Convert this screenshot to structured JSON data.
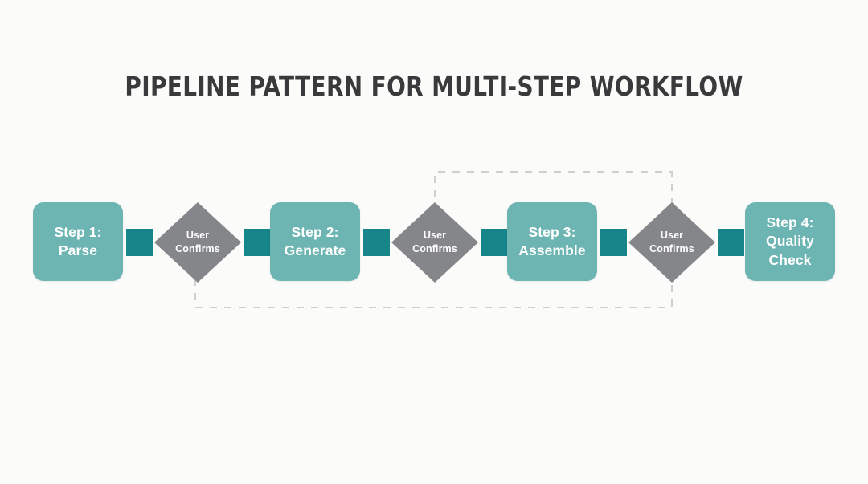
{
  "title": "PIPELINE PATTERN FOR MULTI-STEP WORKFLOW",
  "colors": {
    "background": "#FBFBFA",
    "step_fill": "#6DB5B2",
    "decision_fill": "#85868A",
    "arrow": "#16868A",
    "title_text": "#3A3A3C",
    "node_text": "#FFFFFF",
    "dashed_loop": "#CFCFCF"
  },
  "flow": {
    "nodes": [
      {
        "id": "step-1",
        "type": "process",
        "label": "Step 1:\nParse",
        "icon": "rounded-rectangle"
      },
      {
        "id": "confirm-1",
        "type": "decision",
        "label": "User\nConfirms",
        "icon": "diamond"
      },
      {
        "id": "step-2",
        "type": "process",
        "label": "Step 2:\nGenerate",
        "icon": "rounded-rectangle"
      },
      {
        "id": "confirm-2",
        "type": "decision",
        "label": "User\nConfirms",
        "icon": "diamond"
      },
      {
        "id": "step-3",
        "type": "process",
        "label": "Step 3:\nAssemble",
        "icon": "rounded-rectangle"
      },
      {
        "id": "confirm-3",
        "type": "decision",
        "label": "User\nConfirms",
        "icon": "diamond"
      },
      {
        "id": "step-4",
        "type": "process",
        "label": "Step 4:\nQuality\nCheck",
        "icon": "rounded-rectangle"
      }
    ],
    "connectors": [
      {
        "id": "arrow-1",
        "icon": "arrow-right-icon",
        "from": "step-1",
        "to": "confirm-1"
      },
      {
        "id": "arrow-2",
        "icon": "arrow-right-icon",
        "from": "confirm-1",
        "to": "step-2"
      },
      {
        "id": "arrow-3",
        "icon": "arrow-right-icon",
        "from": "step-2",
        "to": "confirm-2"
      },
      {
        "id": "arrow-4",
        "icon": "arrow-right-icon",
        "from": "confirm-2",
        "to": "step-3"
      },
      {
        "id": "arrow-5",
        "icon": "arrow-right-icon",
        "from": "step-3",
        "to": "confirm-3"
      },
      {
        "id": "arrow-6",
        "icon": "arrow-right-icon",
        "from": "confirm-3",
        "to": "step-4"
      }
    ],
    "feedback_loop": {
      "id": "feedback-loop",
      "style": "dashed",
      "icon": "dashed-loop-path"
    }
  }
}
